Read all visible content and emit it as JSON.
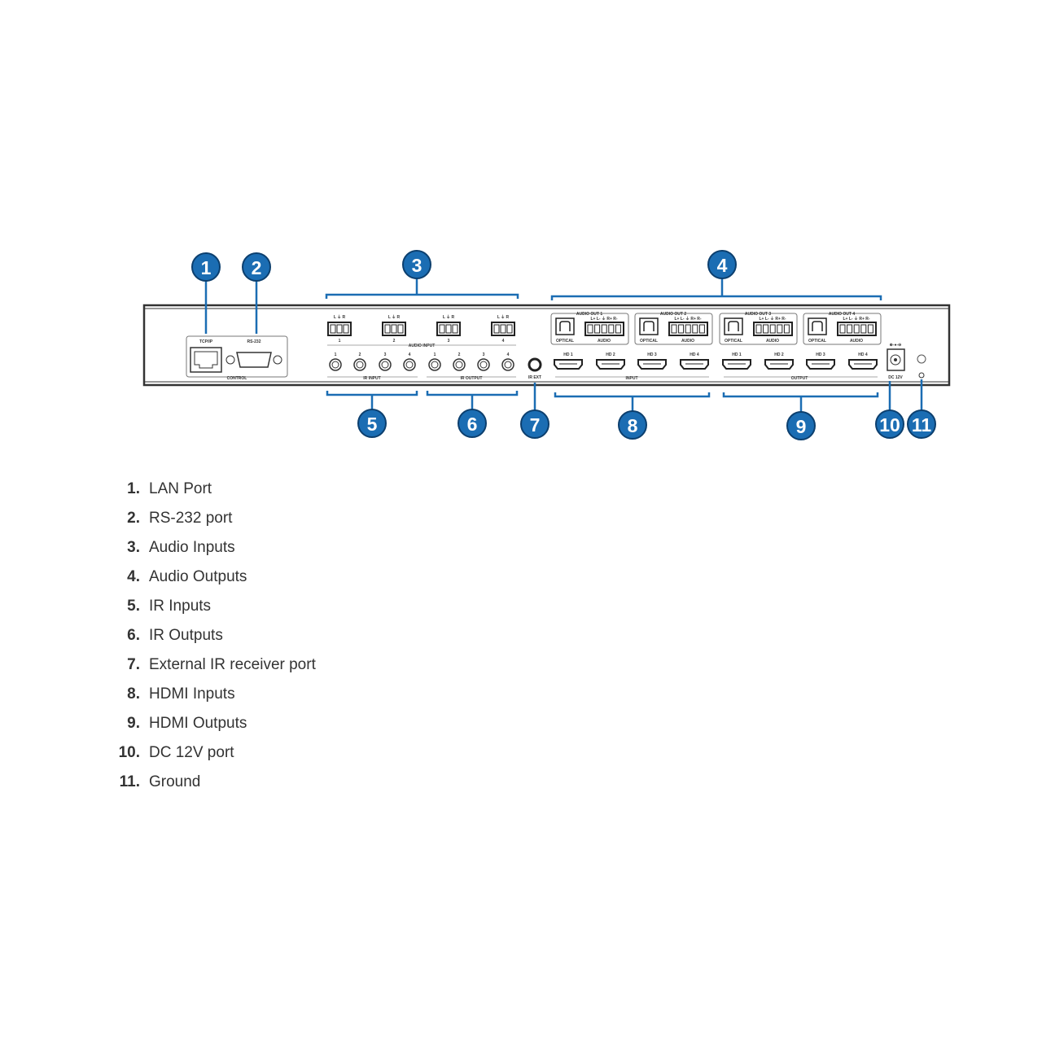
{
  "panel": {
    "control": {
      "tcpip": "TCP/IP",
      "rs232": "RS-232",
      "group": "CONTROL"
    },
    "audio_input": {
      "group": "AUDIO INPUT",
      "pins": "L ⏚ R",
      "ports": [
        "1",
        "2",
        "3",
        "4"
      ]
    },
    "ir_input": {
      "group": "IR INPUT",
      "ports": [
        "1",
        "2",
        "3",
        "4"
      ]
    },
    "ir_output": {
      "group": "IR OUTPUT",
      "ports": [
        "1",
        "2",
        "3",
        "4"
      ]
    },
    "ir_ext": "IR EXT",
    "audio_outputs": [
      {
        "title": "AUDIO OUT 1",
        "optical": "OPTICAL",
        "audio": "AUDIO",
        "pins": "L+ L- ⏚ R+ R-"
      },
      {
        "title": "AUDIO OUT 2",
        "optical": "OPTICAL",
        "audio": "AUDIO",
        "pins": "L+ L- ⏚ R+ R-"
      },
      {
        "title": "AUDIO OUT 3",
        "optical": "OPTICAL",
        "audio": "AUDIO",
        "pins": "L+ L- ⏚ R+ R-"
      },
      {
        "title": "AUDIO OUT 4",
        "optical": "OPTICAL",
        "audio": "AUDIO",
        "pins": "L+ L- ⏚ R+ R-"
      }
    ],
    "hdmi_input": {
      "group": "INPUT",
      "ports": [
        "HD 1",
        "HD 2",
        "HD 3",
        "HD 4"
      ]
    },
    "hdmi_output": {
      "group": "OUTPUT",
      "ports": [
        "HD 1",
        "HD 2",
        "HD 3",
        "HD 4"
      ]
    },
    "dc": "DC 12V",
    "polarity": "⊕-●-⊖"
  },
  "callouts": [
    "1",
    "2",
    "3",
    "4",
    "5",
    "6",
    "7",
    "8",
    "9",
    "10",
    "11"
  ],
  "legend": [
    {
      "num": "1.",
      "label": "LAN Port"
    },
    {
      "num": "2.",
      "label": "RS-232 port"
    },
    {
      "num": "3.",
      "label": "Audio Inputs"
    },
    {
      "num": "4.",
      "label": "Audio Outputs"
    },
    {
      "num": "5.",
      "label": "IR Inputs"
    },
    {
      "num": "6.",
      "label": "IR Outputs"
    },
    {
      "num": "7.",
      "label": "External IR receiver port"
    },
    {
      "num": "8.",
      "label": "HDMI Inputs"
    },
    {
      "num": "9.",
      "label": "HDMI Outputs"
    },
    {
      "num": "10.",
      "label": "DC 12V port"
    },
    {
      "num": "11.",
      "label": "Ground"
    }
  ],
  "colors": {
    "callout": "#1b6db3",
    "callout_border": "#0c3f6e",
    "panel": "#333333"
  }
}
